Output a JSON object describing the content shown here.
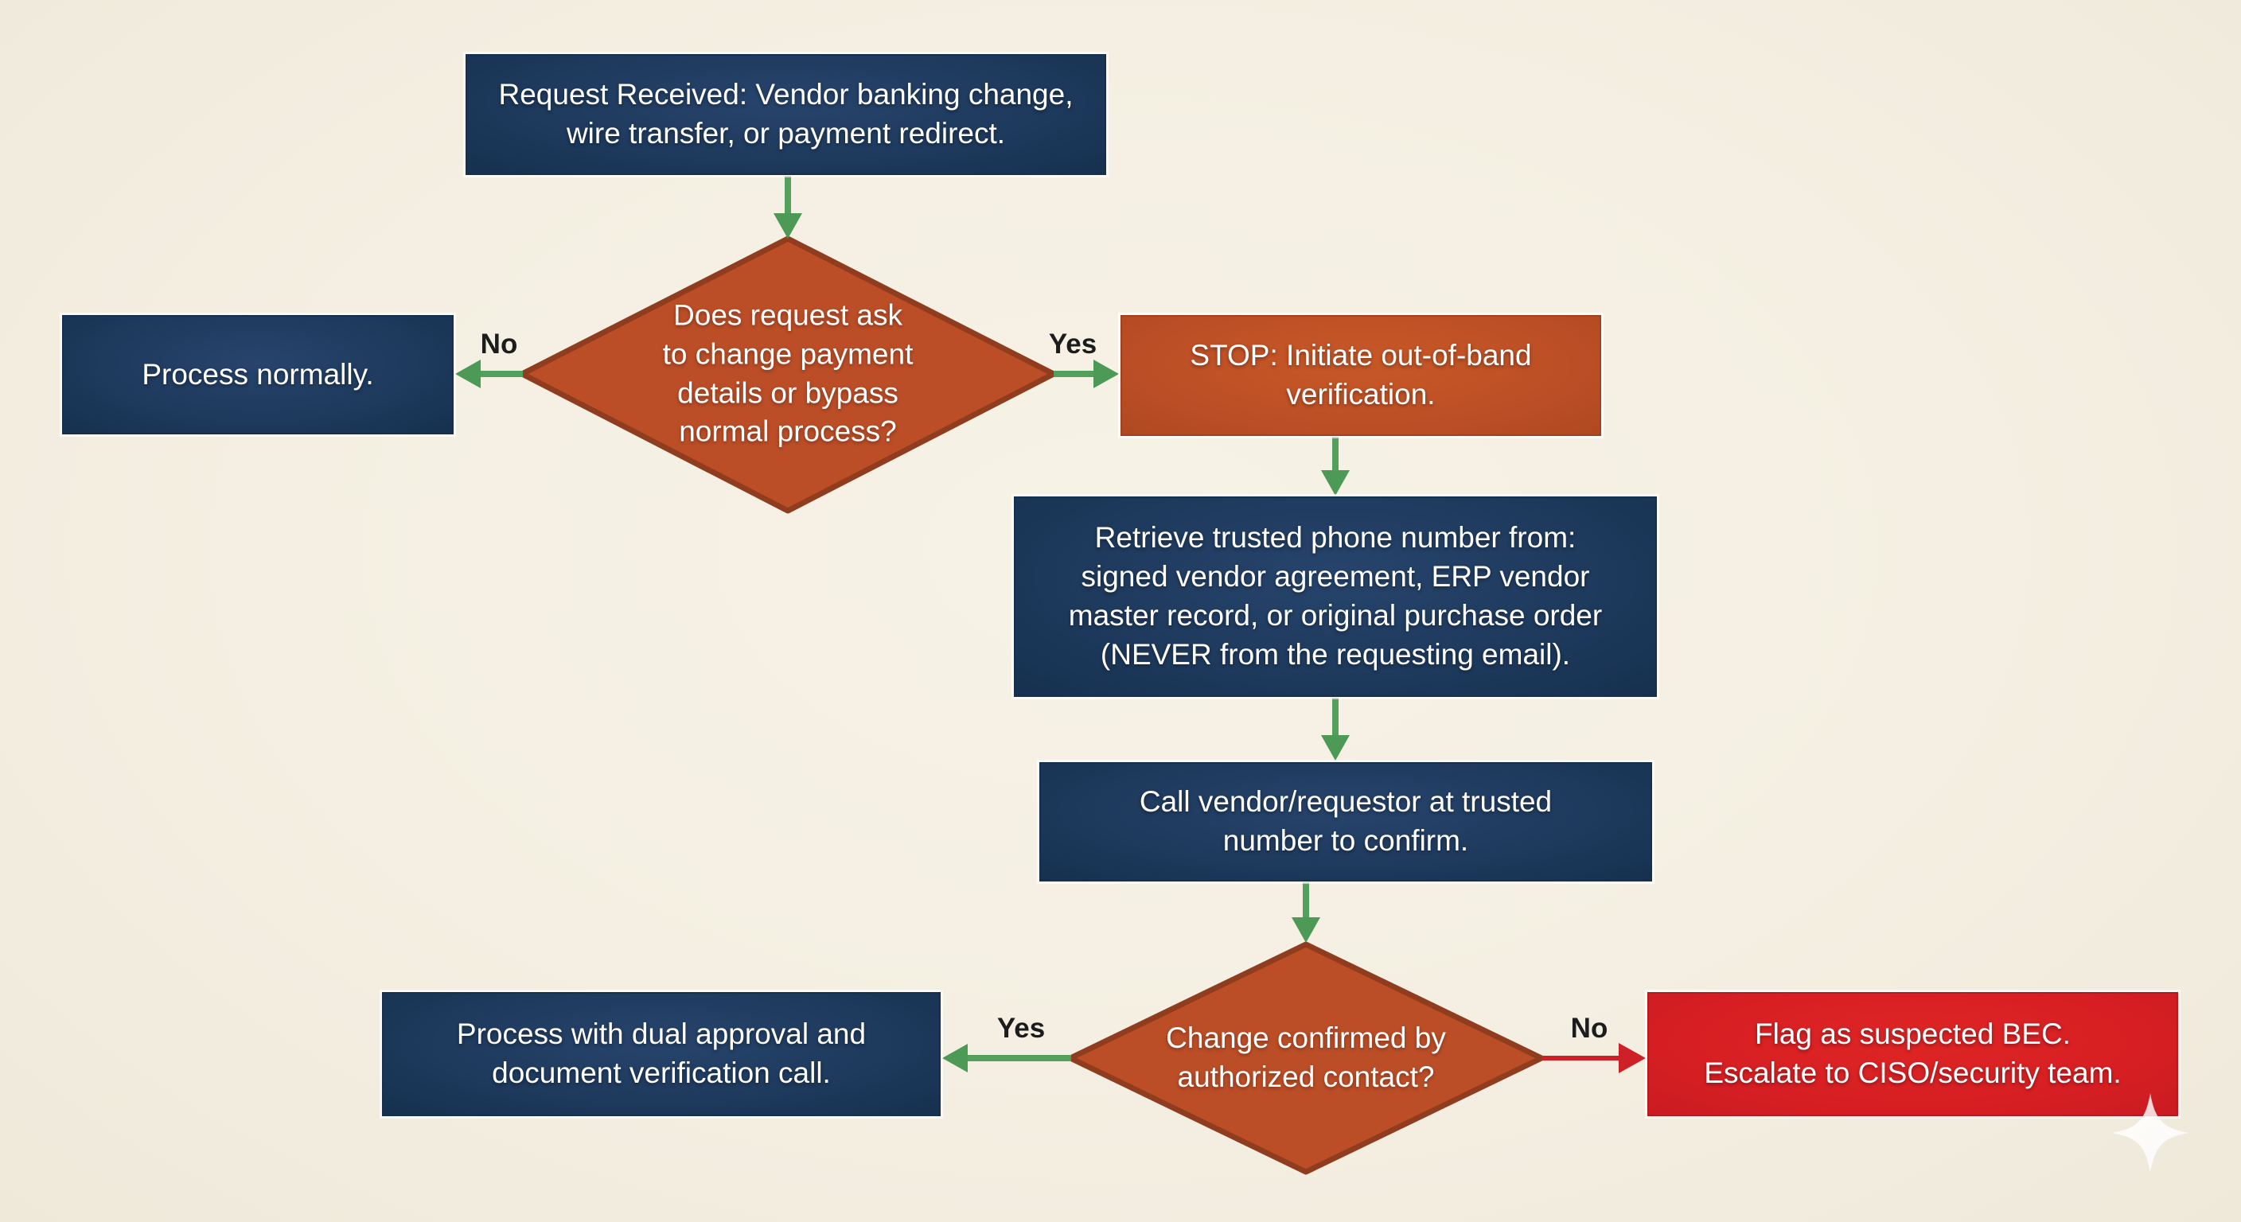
{
  "palette": {
    "background": "#f4efe2",
    "navy_node": "#1e3a5d",
    "orange_node": "#bc4e27",
    "orange_border": "#8f3d1e",
    "red_node": "#d71f23",
    "green_arrow": "#53a05c",
    "red_arrow": "#cd2127",
    "edge_label_text": "#1c1c1c",
    "node_text": "#ffffff"
  },
  "nodes": {
    "start": {
      "shape": "rectangle",
      "color": "navy",
      "text": "Request Received: Vendor banking change,\nwire transfer, or payment redirect."
    },
    "decision_request": {
      "shape": "diamond",
      "color": "orange",
      "text": "Does request ask\nto change payment\ndetails or bypass\nnormal process?"
    },
    "process_normally": {
      "shape": "rectangle",
      "color": "navy",
      "text": "Process normally."
    },
    "stop_verification": {
      "shape": "rectangle",
      "color": "orange",
      "text": "STOP: Initiate out-of-band\nverification."
    },
    "retrieve_number": {
      "shape": "rectangle",
      "color": "navy",
      "text": "Retrieve trusted phone number from:\nsigned vendor agreement, ERP vendor\nmaster record, or original purchase order\n(NEVER from the requesting email)."
    },
    "call_vendor": {
      "shape": "rectangle",
      "color": "navy",
      "text": "Call vendor/requestor at trusted\nnumber to confirm."
    },
    "decision_confirmed": {
      "shape": "diamond",
      "color": "orange",
      "text": "Change confirmed by\nauthorized contact?"
    },
    "dual_approval": {
      "shape": "rectangle",
      "color": "navy",
      "text": "Process with dual approval and\ndocument verification call."
    },
    "flag_bec": {
      "shape": "rectangle",
      "color": "red",
      "text": "Flag as suspected BEC.\nEscalate to CISO/security team."
    }
  },
  "edge_labels": {
    "decision_request_no": "No",
    "decision_request_yes": "Yes",
    "decision_confirmed_yes": "Yes",
    "decision_confirmed_no": "No"
  }
}
